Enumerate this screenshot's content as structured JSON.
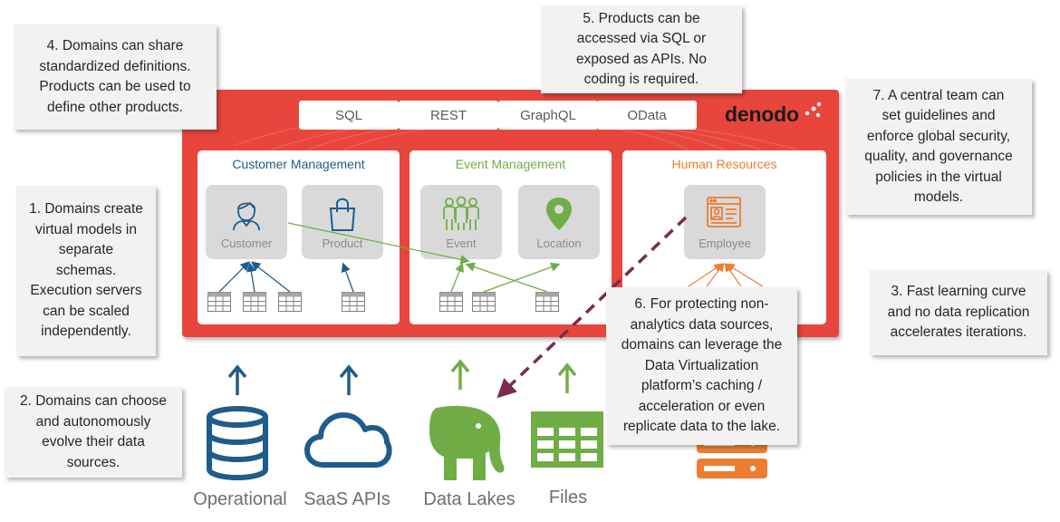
{
  "notes": {
    "n4": [
      "4. Domains can share",
      "standardized definitions.",
      "Products can be used to",
      "define other products."
    ],
    "n5": [
      "5. Products can be",
      "accessed via SQL or",
      "exposed as APIs. No",
      "coding is required."
    ],
    "n7": [
      "7. A central team can",
      "set guidelines and",
      "enforce global security,",
      "quality, and governance",
      "policies in the virtual",
      "models."
    ],
    "n1": [
      "1. Domains create",
      "virtual models in",
      "separate",
      "schemas.",
      "Execution servers",
      "can be scaled",
      "independently."
    ],
    "n3": [
      "3. Fast learning curve",
      "and no data replication",
      "accelerates iterations."
    ],
    "n2": [
      "2. Domains can choose",
      "and autonomously",
      "evolve their data",
      "sources."
    ],
    "n6": [
      "6. For protecting non-",
      "analytics data sources,",
      "domains can leverage the",
      "Data Virtualization",
      "platform’s caching /",
      "acceleration or even",
      "replicate data to the lake."
    ]
  },
  "platform": {
    "brand": "denodo",
    "apis": [
      "SQL",
      "REST",
      "GraphQL",
      "OData"
    ]
  },
  "domains": [
    {
      "title": "Customer Management",
      "color": "#1f5c8b",
      "entities": [
        "Customer",
        "Product"
      ]
    },
    {
      "title": "Event Management",
      "color": "#70ad47",
      "entities": [
        "Event",
        "Location"
      ]
    },
    {
      "title": "Human Resources",
      "color": "#ed7d31",
      "entities": [
        "Employee"
      ]
    }
  ],
  "sources": [
    "Operational",
    "SaaS APIs",
    "Data Lakes",
    "Files"
  ],
  "colors": {
    "platform_red": "#e8463c",
    "customer_blue": "#1f5c8b",
    "event_green": "#70ad47",
    "hr_orange": "#ed7d31",
    "source_blue": "#1f5c8b",
    "cache_arrow_purple": "#7a2a52"
  }
}
